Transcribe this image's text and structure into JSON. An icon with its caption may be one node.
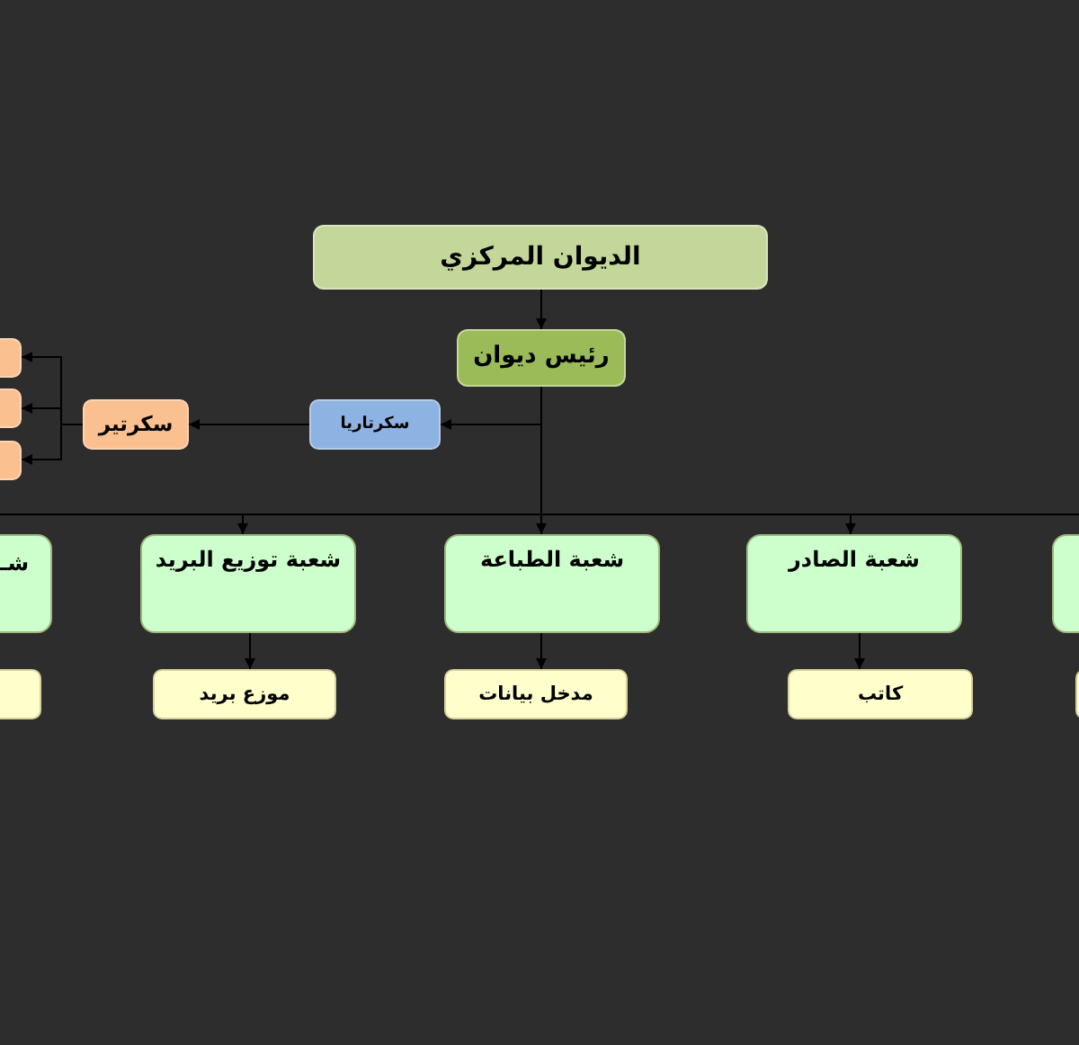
{
  "diagram": {
    "nodes": [
      {
        "text": [
          "الديوان المركزي"
        ]
      },
      {
        "text": [
          "رئيس ديوان"
        ]
      },
      {
        "text": [
          "سكرتاريا"
        ]
      },
      {
        "text": [
          "سكرتير"
        ]
      },
      {
        "text": [],
        "shape": "box"
      },
      {
        "text": [],
        "shape": "box"
      },
      {
        "text": [],
        "shape": "box"
      },
      {
        "text": [
          "شـ"
        ]
      },
      {
        "text": [
          "شعبة توزيع البريد"
        ]
      },
      {
        "text": [
          "شعبة الطباعة"
        ]
      },
      {
        "text": [
          "شعبة الصادر"
        ]
      },
      {
        "text": [],
        "shape": "box"
      },
      {
        "text": [],
        "shape": "box"
      },
      {
        "text": [
          "موزع بريد"
        ]
      },
      {
        "text": [
          "مدخل بيانات"
        ]
      },
      {
        "text": [
          "كاتب"
        ]
      },
      {
        "text": [],
        "shape": "box"
      }
    ],
    "edges": [
      {
        "from": 0,
        "to": 1,
        "arrow": "to"
      },
      {
        "from": 1,
        "to": 2,
        "arrow": "to"
      },
      {
        "from": 2,
        "to": 3,
        "arrow": "to"
      },
      {
        "from": 3,
        "to": 4,
        "arrow": "to"
      },
      {
        "from": 3,
        "to": 5,
        "arrow": "to"
      },
      {
        "from": 3,
        "to": 6,
        "arrow": "to"
      },
      {
        "from": 1,
        "to": 7,
        "arrow": "none"
      },
      {
        "from": 1,
        "to": 8,
        "arrow": "to"
      },
      {
        "from": 1,
        "to": 9,
        "arrow": "to"
      },
      {
        "from": 1,
        "to": 10,
        "arrow": "to"
      },
      {
        "from": 1,
        "to": 11,
        "arrow": "none"
      },
      {
        "from": 8,
        "to": 13,
        "arrow": "to"
      },
      {
        "from": 9,
        "to": 14,
        "arrow": "to"
      },
      {
        "from": 10,
        "to": 15,
        "arrow": "to"
      }
    ]
  }
}
